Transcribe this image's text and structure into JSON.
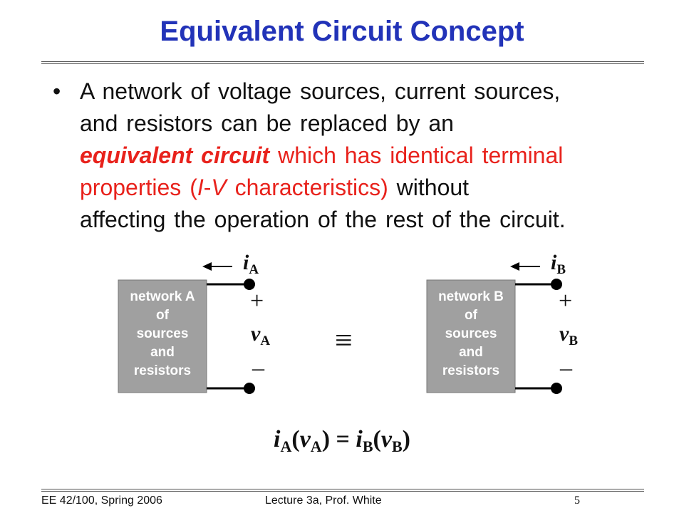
{
  "title": "Equivalent Circuit Concept",
  "bullet": {
    "marker": "•",
    "line1": "A network of voltage sources, current sources,",
    "line2": "and resistors can be replaced by an",
    "line3_em": "equivalent circuit",
    "line3_rest": " which has identical terminal",
    "line4_a": "properties (",
    "line4_i": "I",
    "line4_dash": "-",
    "line4_v": "V",
    "line4_b": " characteristics)",
    "line4_c": " without",
    "line5": "affecting the operation of the rest of the circuit."
  },
  "network_a": {
    "label_lines": [
      "network A",
      "of",
      "sources",
      "and",
      "resistors"
    ],
    "current_var": "i",
    "current_sub": "A",
    "voltage_var": "v",
    "voltage_sub": "A",
    "plus": "+",
    "minus": "–"
  },
  "network_b": {
    "label_lines": [
      "network B",
      "of",
      "sources",
      "and",
      "resistors"
    ],
    "current_var": "i",
    "current_sub": "B",
    "voltage_var": "v",
    "voltage_sub": "B",
    "plus": "+",
    "minus": "–"
  },
  "equivalence_symbol": "≡",
  "equation": {
    "i1": "i",
    "s1": "A",
    "p1": "(",
    "v1": "v",
    "s2": "A",
    "p2": ")",
    "eq": " = ",
    "i2": "i",
    "s3": "B",
    "p3": "(",
    "v2": "v",
    "s4": "B",
    "p4": ")"
  },
  "footer": {
    "left": "EE 42/100, Spring 2006",
    "middle": "Lecture 3a, Prof. White",
    "page": "5"
  },
  "colors": {
    "title": "#2233b8",
    "highlight": "#e8221c",
    "box_fill": "#a0a0a0"
  }
}
